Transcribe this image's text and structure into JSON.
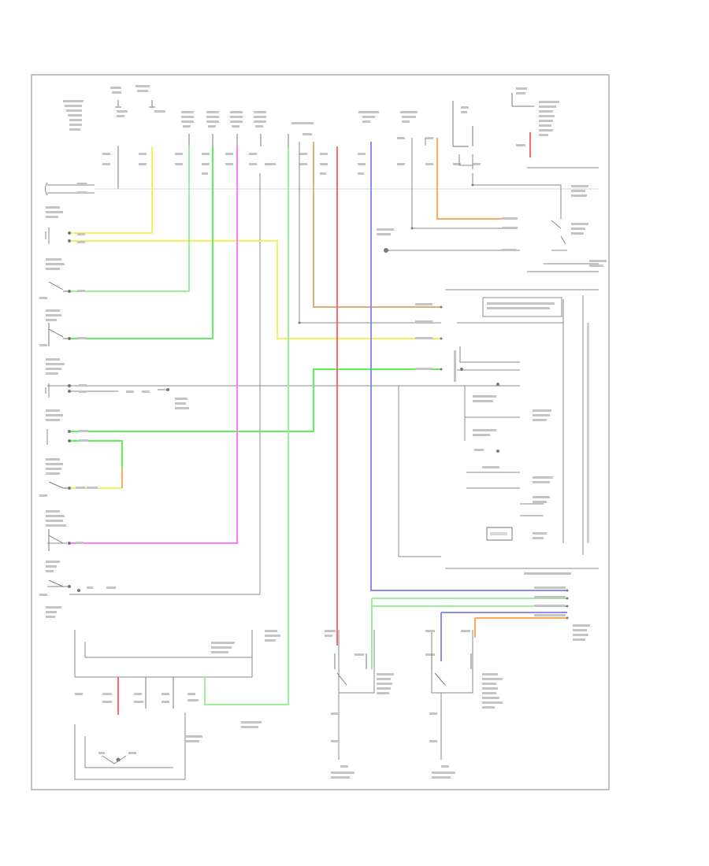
{
  "diagram": {
    "sheet_code": "",
    "wire_colors": {
      "yellow": "#f2f25a",
      "green": "#5ef05e",
      "light_green": "#9cf09c",
      "pink": "#ff7cff",
      "red": "#ff6a6a",
      "blue": "#8a8aff",
      "orange": "#ffa860",
      "tan": "#d9b27a",
      "gray": "#8a8a8a"
    },
    "components": [
      "left-switch-stack",
      "right-control-unit",
      "left-door-lock-actuator",
      "right-door-lock-actuator",
      "lower-junction-relay"
    ]
  }
}
